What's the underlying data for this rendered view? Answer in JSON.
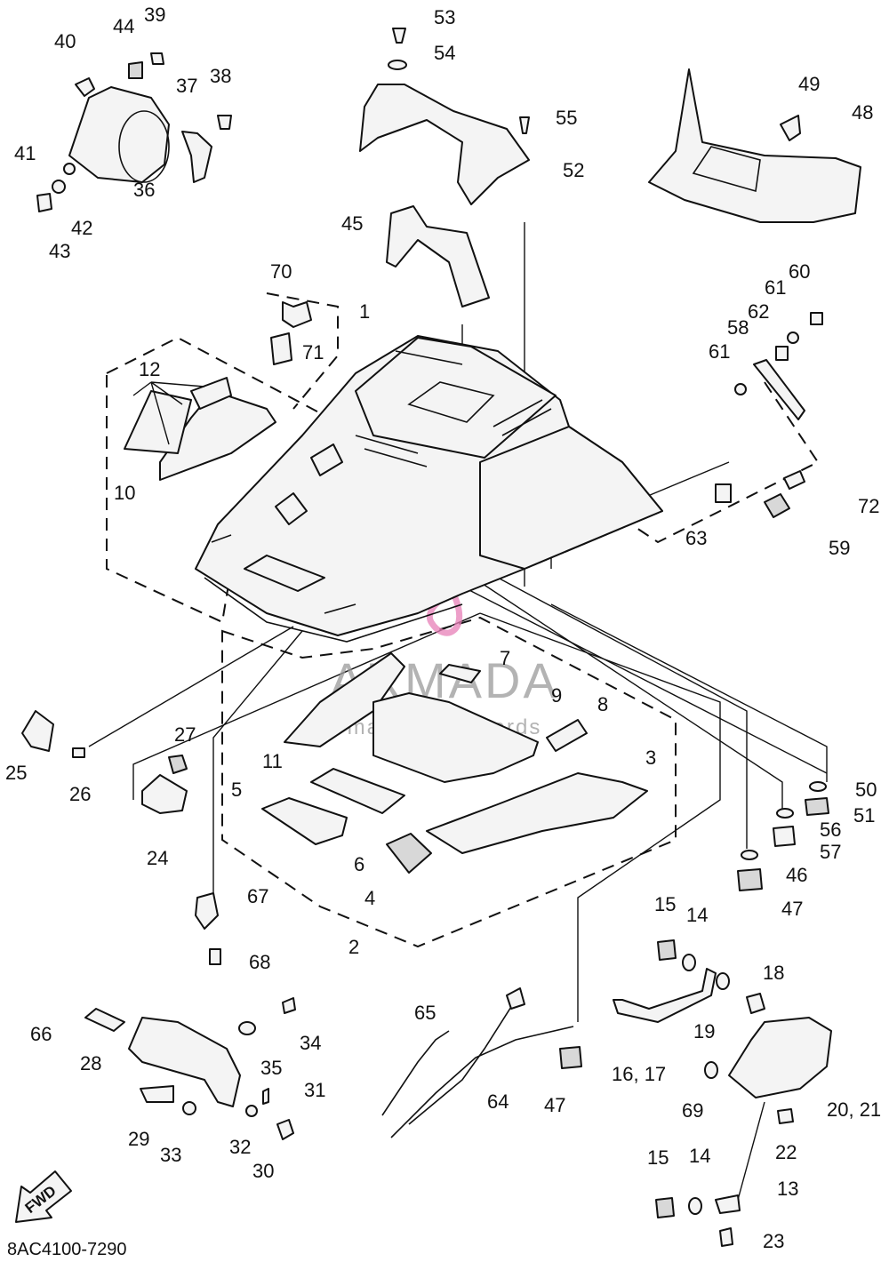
{
  "diagram_code": "8AC4100-7290",
  "direction_label": "FWD",
  "watermark": {
    "brand": "ARMADA",
    "tagline": "marine outboards",
    "accent_color": "#e87fb8"
  },
  "callouts": [
    {
      "id": "c1",
      "label": "1"
    },
    {
      "id": "c2",
      "label": "2"
    },
    {
      "id": "c3",
      "label": "3"
    },
    {
      "id": "c4",
      "label": "4"
    },
    {
      "id": "c5",
      "label": "5"
    },
    {
      "id": "c6",
      "label": "6"
    },
    {
      "id": "c7",
      "label": "7"
    },
    {
      "id": "c8",
      "label": "8"
    },
    {
      "id": "c9",
      "label": "9"
    },
    {
      "id": "c10",
      "label": "10"
    },
    {
      "id": "c11",
      "label": "11"
    },
    {
      "id": "c12",
      "label": "12"
    },
    {
      "id": "c13",
      "label": "13"
    },
    {
      "id": "c14a",
      "label": "14"
    },
    {
      "id": "c14b",
      "label": "14"
    },
    {
      "id": "c15a",
      "label": "15"
    },
    {
      "id": "c15b",
      "label": "15"
    },
    {
      "id": "c1617",
      "label": "16, 17"
    },
    {
      "id": "c18",
      "label": "18"
    },
    {
      "id": "c19",
      "label": "19"
    },
    {
      "id": "c2021",
      "label": "20, 21"
    },
    {
      "id": "c22",
      "label": "22"
    },
    {
      "id": "c23",
      "label": "23"
    },
    {
      "id": "c24",
      "label": "24"
    },
    {
      "id": "c25",
      "label": "25"
    },
    {
      "id": "c26",
      "label": "26"
    },
    {
      "id": "c27",
      "label": "27"
    },
    {
      "id": "c28",
      "label": "28"
    },
    {
      "id": "c29",
      "label": "29"
    },
    {
      "id": "c30",
      "label": "30"
    },
    {
      "id": "c31",
      "label": "31"
    },
    {
      "id": "c32",
      "label": "32"
    },
    {
      "id": "c33",
      "label": "33"
    },
    {
      "id": "c34",
      "label": "34"
    },
    {
      "id": "c35",
      "label": "35"
    },
    {
      "id": "c36",
      "label": "36"
    },
    {
      "id": "c37",
      "label": "37"
    },
    {
      "id": "c38",
      "label": "38"
    },
    {
      "id": "c39",
      "label": "39"
    },
    {
      "id": "c40",
      "label": "40"
    },
    {
      "id": "c41",
      "label": "41"
    },
    {
      "id": "c42",
      "label": "42"
    },
    {
      "id": "c43",
      "label": "43"
    },
    {
      "id": "c44",
      "label": "44"
    },
    {
      "id": "c45",
      "label": "45"
    },
    {
      "id": "c46",
      "label": "46"
    },
    {
      "id": "c47a",
      "label": "47"
    },
    {
      "id": "c47b",
      "label": "47"
    },
    {
      "id": "c48",
      "label": "48"
    },
    {
      "id": "c49",
      "label": "49"
    },
    {
      "id": "c50",
      "label": "50"
    },
    {
      "id": "c51",
      "label": "51"
    },
    {
      "id": "c52",
      "label": "52"
    },
    {
      "id": "c53",
      "label": "53"
    },
    {
      "id": "c54",
      "label": "54"
    },
    {
      "id": "c55",
      "label": "55"
    },
    {
      "id": "c56",
      "label": "56"
    },
    {
      "id": "c57",
      "label": "57"
    },
    {
      "id": "c58",
      "label": "58"
    },
    {
      "id": "c59",
      "label": "59"
    },
    {
      "id": "c60",
      "label": "60"
    },
    {
      "id": "c61a",
      "label": "61"
    },
    {
      "id": "c61b",
      "label": "61"
    },
    {
      "id": "c62",
      "label": "62"
    },
    {
      "id": "c63",
      "label": "63"
    },
    {
      "id": "c64",
      "label": "64"
    },
    {
      "id": "c65",
      "label": "65"
    },
    {
      "id": "c66",
      "label": "66"
    },
    {
      "id": "c67",
      "label": "67"
    },
    {
      "id": "c68",
      "label": "68"
    },
    {
      "id": "c69",
      "label": "69"
    },
    {
      "id": "c70",
      "label": "70"
    },
    {
      "id": "c71",
      "label": "71"
    },
    {
      "id": "c72",
      "label": "72"
    }
  ]
}
